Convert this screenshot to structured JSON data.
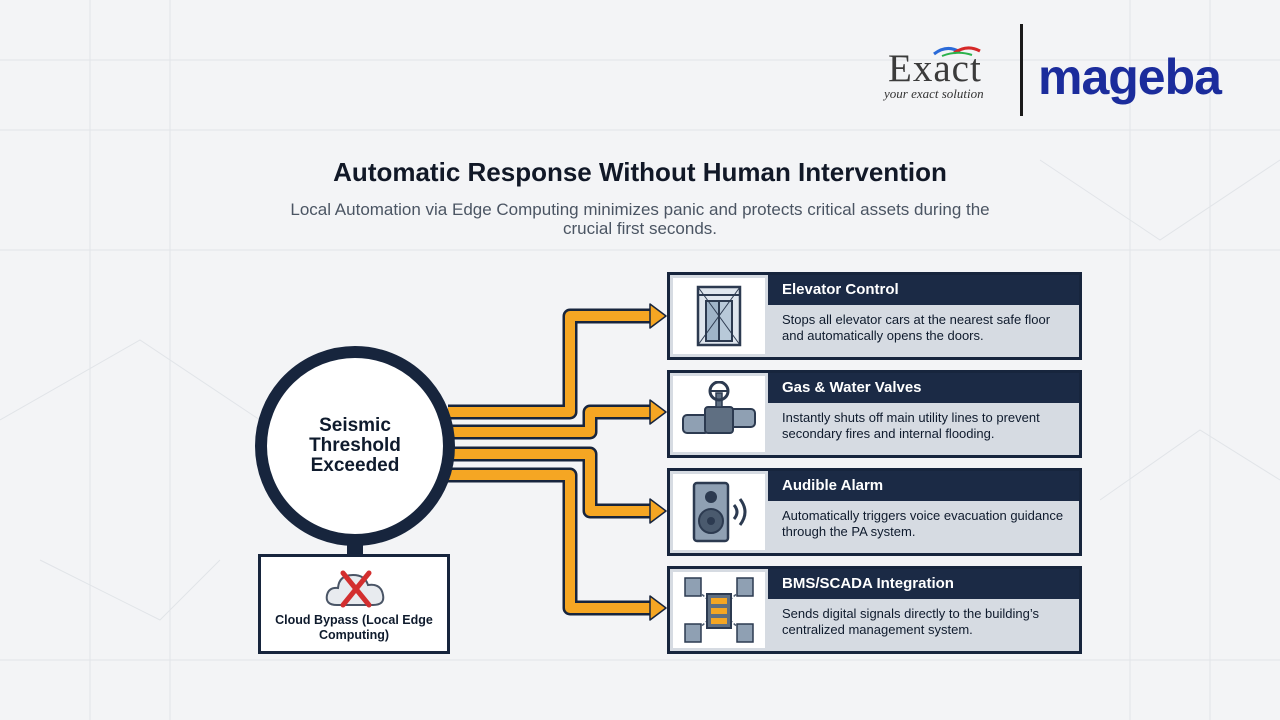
{
  "logos": {
    "exact_name": "Exact",
    "exact_tagline": "your exact solution",
    "mageba_name": "mageba"
  },
  "header": {
    "title": "Automatic Response Without Human Intervention",
    "subtitle": "Local Automation via Edge Computing minimizes panic and protects critical assets during the crucial first seconds."
  },
  "trigger": {
    "label": "Seismic Threshold Exceeded",
    "cloud_label": "Cloud Bypass (Local Edge Computing)",
    "cloud_icon": "cloud-blocked-icon"
  },
  "actions": [
    {
      "title": "Elevator Control",
      "description": "Stops all elevator cars at the nearest safe floor and automatically opens the doors.",
      "icon": "elevator-icon"
    },
    {
      "title": "Gas & Water Valves",
      "description": "Instantly shuts off main utility lines to prevent secondary fires and internal flooding.",
      "icon": "valve-icon"
    },
    {
      "title": "Audible Alarm",
      "description": "Automatically triggers voice evacuation guidance through the PA system.",
      "icon": "speaker-icon"
    },
    {
      "title": "BMS/SCADA Integration",
      "description": "Sends digital signals directly to the building’s centralized management system.",
      "icon": "network-servers-icon"
    }
  ],
  "colors": {
    "navy": "#17253d",
    "header_navy": "#1b2a45",
    "arrow_orange": "#f5a623",
    "card_body": "#d6dbe2",
    "alert_red": "#d32f2f",
    "mageba_blue": "#1b2c9c"
  }
}
